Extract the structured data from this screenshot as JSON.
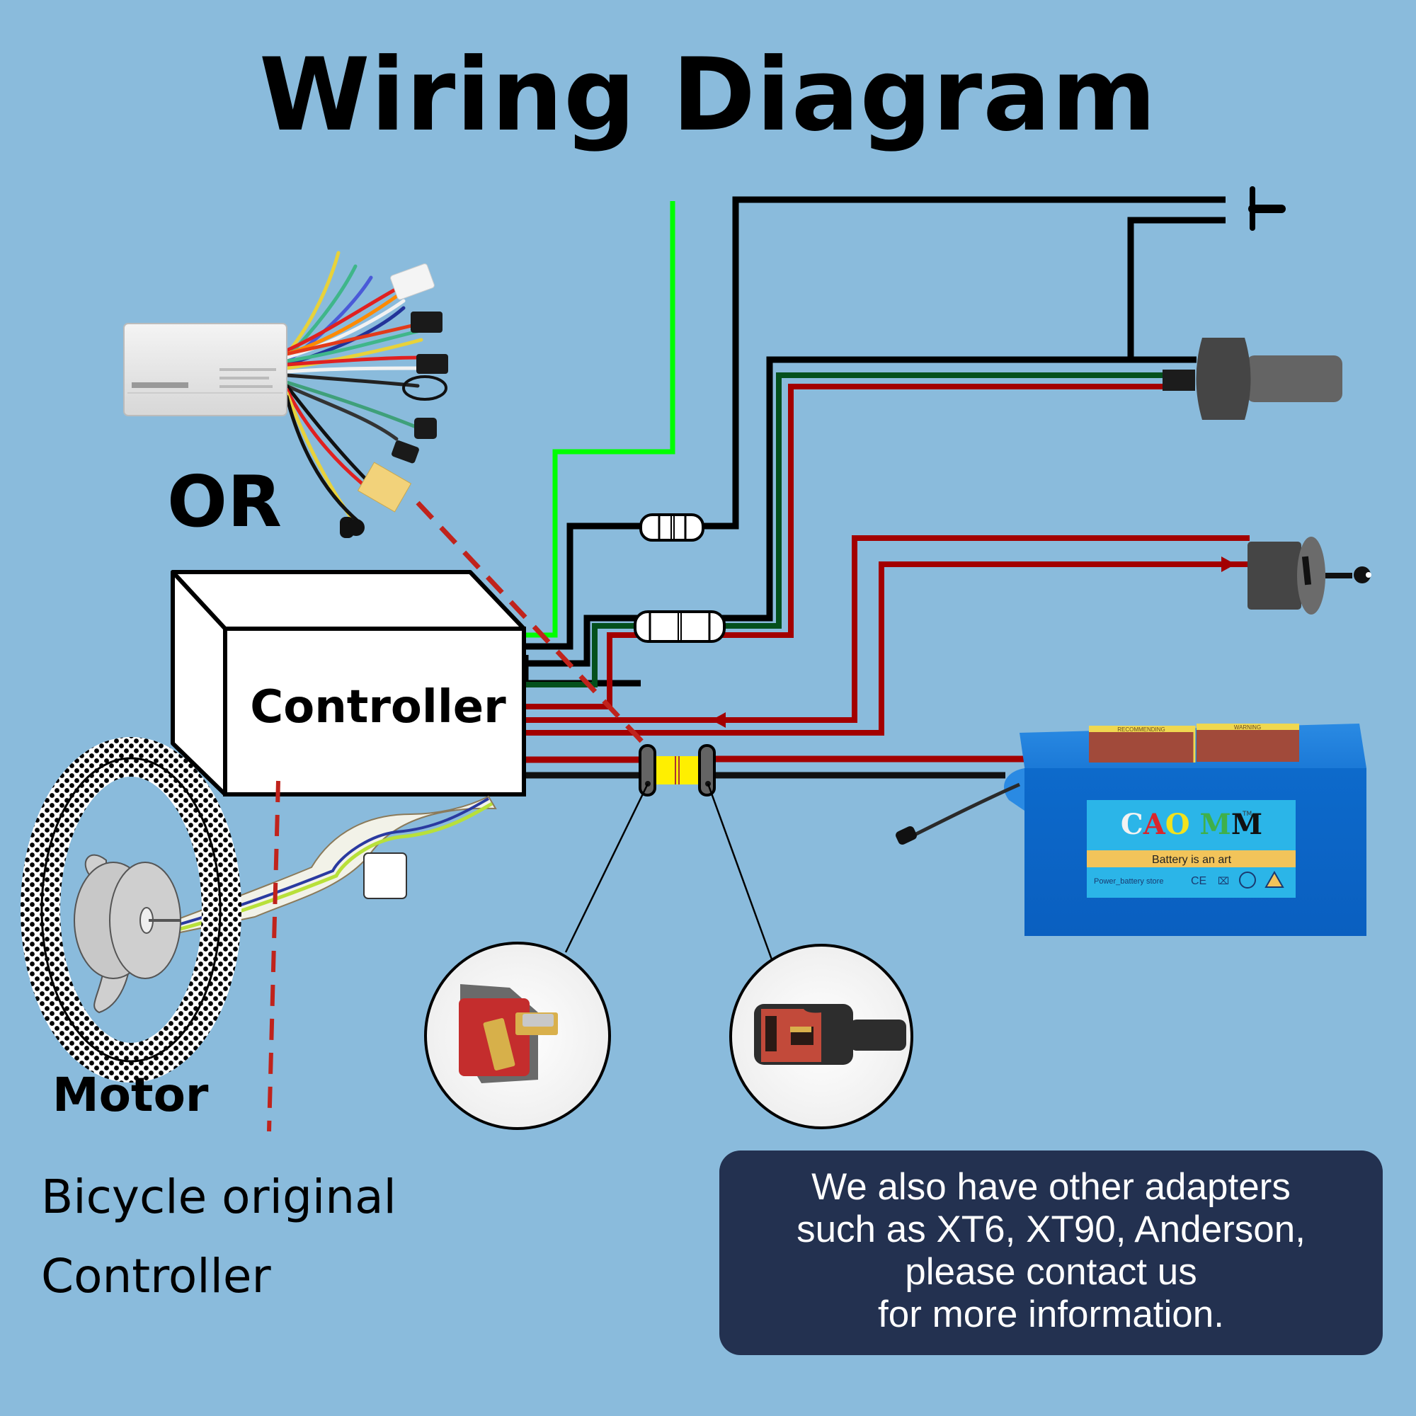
{
  "title": "Wiring Diagram",
  "labels": {
    "or": "OR",
    "controller": "Controller",
    "motor": "Motor",
    "bicycle_original_line1": "Bicycle original",
    "bicycle_original_line2": "Controller"
  },
  "battery": {
    "brand_letters": [
      "C",
      "A",
      "O",
      " ",
      "M",
      "M"
    ],
    "brand_colors": [
      "#f2f2f2",
      "#d9262c",
      "#f2e21d",
      "#ffffff",
      "#3fb04a",
      "#111111"
    ],
    "trademark": "TM",
    "slogan": "Battery is an art",
    "store": "Power_battery store",
    "label_recommending": "RECOMMENDING",
    "label_warning": "WARNING",
    "mark_ce": "CE"
  },
  "info_box": {
    "lines": [
      "We also have other adapters",
      "such as XT6, XT90, Anderson,",
      "please contact us",
      "for more information."
    ]
  },
  "components": {
    "brake": "brake-lever",
    "throttle": "throttle-grip",
    "key_switch": "key-switch",
    "motor": "hub-motor",
    "battery": "battery-pack",
    "connector_male": "t-plug-male",
    "connector_female": "t-plug-female"
  },
  "colors": {
    "background": "#8abbdc",
    "wire_red": "#a30000",
    "wire_black": "#000000",
    "wire_green_bright": "#00ff00",
    "wire_green_dark": "#04501c",
    "dashed_line": "#c0231c",
    "info_box": "#233150",
    "battery_blue": "#0a6fd0",
    "connector_yellow": "#ffef00"
  }
}
